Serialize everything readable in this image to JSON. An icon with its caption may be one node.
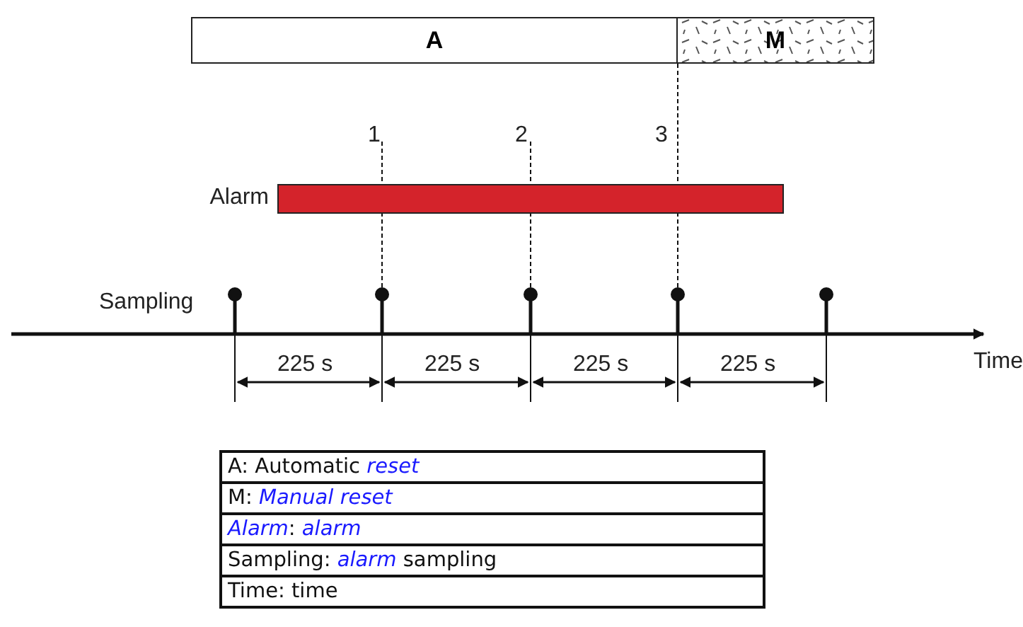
{
  "diagram": {
    "nodes": [
      {
        "text": [
          "A"
        ]
      },
      {
        "text": [
          "M"
        ]
      },
      {
        "text": [],
        "shape": "bar",
        "beside": [
          "Alarm"
        ]
      }
    ],
    "edges": [],
    "labels": [
      "1",
      "2",
      "3",
      "Sampling",
      "225 s",
      "225 s",
      "225 s",
      "225 s",
      "Time",
      "A: Automatic *reset*",
      "M: *Manual reset*",
      "*Alarm*: *alarm*",
      "Sampling: *alarm* sampling",
      "Time: time"
    ]
  }
}
